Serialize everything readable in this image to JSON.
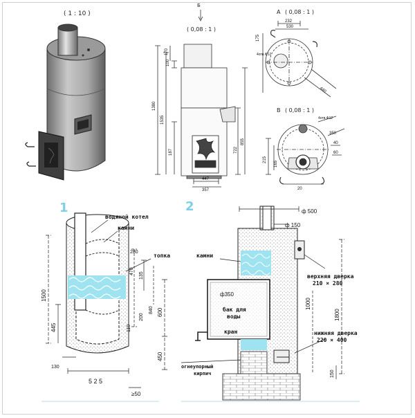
{
  "top": {
    "render_scale": "( 1 : 10 )",
    "front_view": {
      "label": "Б",
      "scale": "( 0,08 : 1 )",
      "dims": {
        "d100": "100",
        "d170": "170",
        "d1380": "1380",
        "d1535": "1535",
        "d187": "187",
        "d722": "722",
        "d855": "855",
        "d447": "447",
        "d357": "357"
      }
    },
    "view_a": {
      "label": "А",
      "scale": "( 0,08 : 1 )",
      "dims": {
        "d232": "232",
        "d530": "530",
        "d440": "440",
        "d4x12": "4отв.Ф12",
        "d175": "175"
      }
    },
    "view_b": {
      "label": "В",
      "scale": "( 0,08 : 1 )",
      "dims": {
        "d215": "215",
        "d165": "165",
        "d350": "350",
        "d4x12": "4отв.Ф12",
        "d40": "40",
        "d60": "60",
        "d20": "20"
      }
    }
  },
  "bottom_left": {
    "number": "1",
    "labels": {
      "boiler": "водяной котел",
      "stones": "камни",
      "firebox": "топка"
    },
    "dims": {
      "d1500": "1500",
      "d445": "445",
      "d280": "280",
      "d470": "470",
      "d135": "135",
      "d200": "200",
      "d840": "840",
      "d110": "110",
      "d130": "130",
      "d525": "5 2 5",
      "d50": "≥50"
    }
  },
  "bottom_right": {
    "number": "2",
    "labels": {
      "stones": "камни",
      "tank": "бак для",
      "tank2": "воды",
      "tap": "кран",
      "brick": "огнеупорный",
      "brick2": "кирпич",
      "top_door": "верхняя дверка",
      "top_door_size": "210 × 280",
      "bottom_door": "нижняя дверка",
      "bottom_door_size": "220 × 400"
    },
    "dims": {
      "d500": "ф 500",
      "d150": "ф 150",
      "d350": "ф350",
      "d600": "600",
      "d450": "450",
      "d1000": "1000",
      "d1800": "1800",
      "d150b": "150"
    }
  }
}
